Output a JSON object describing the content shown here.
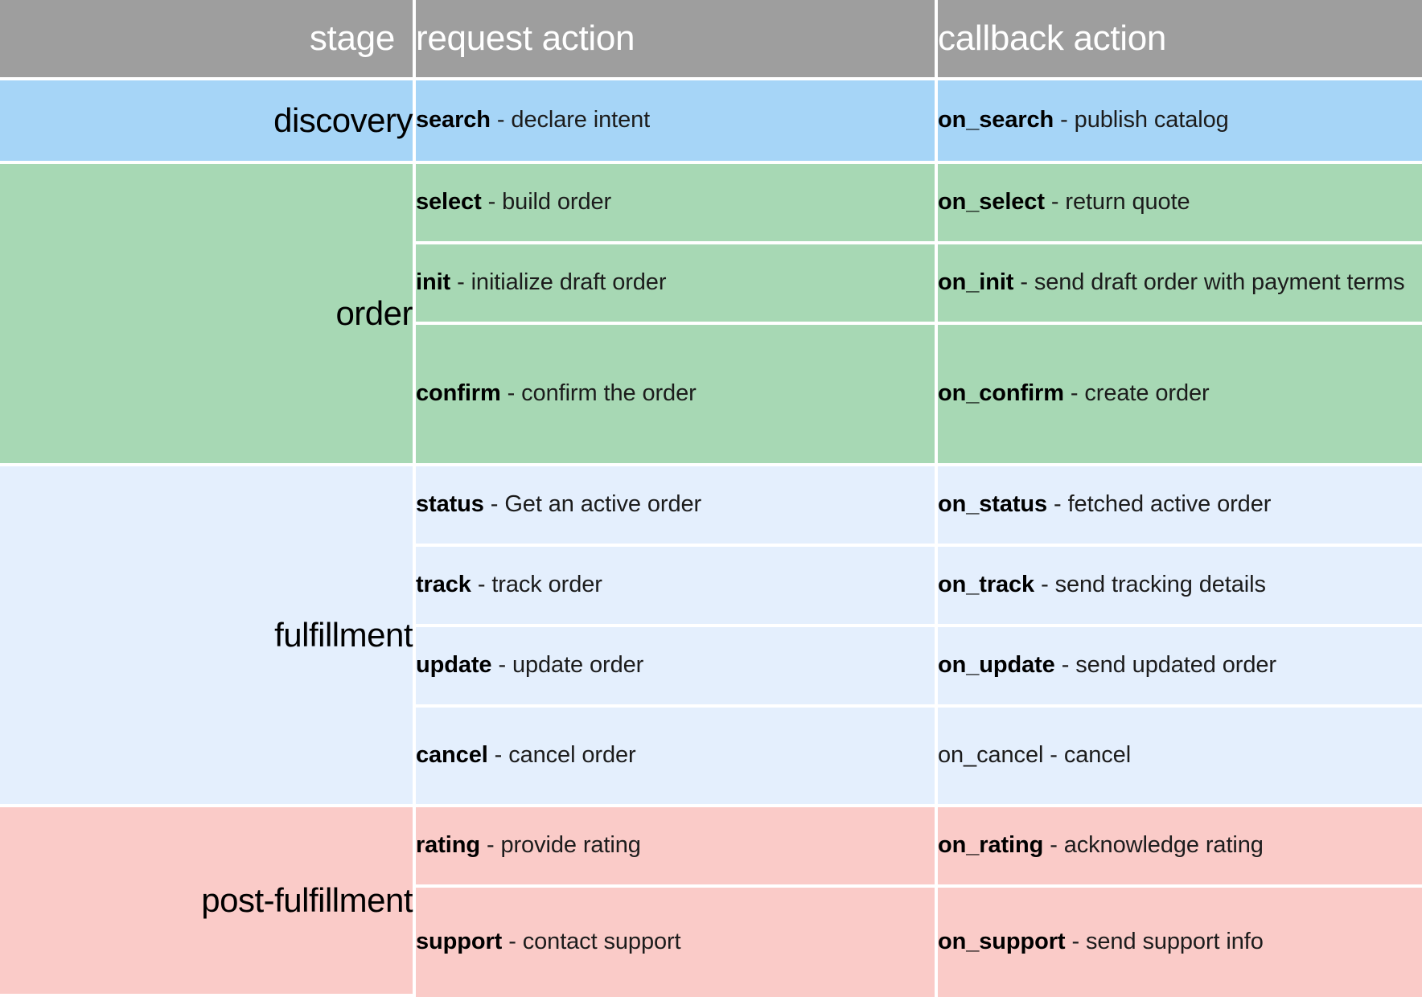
{
  "table": {
    "headers": {
      "stage": "stage",
      "request_action": "request action",
      "callback_action": "callback action"
    },
    "colors": {
      "header_bg": "#9e9e9e",
      "header_text": "#ffffff",
      "discovery_bg": "#a6d5f7",
      "order_bg": "#a7d8b4",
      "fulfillment_bg": "#e4effd",
      "post_fulfillment_bg": "#facbc8",
      "gridline": "#ffffff",
      "text": "#1c1c1c"
    },
    "separator": "-",
    "stages": [
      {
        "key": "discovery",
        "label": "discovery",
        "rows": [
          {
            "request_name": "search",
            "request_desc": "declare intent",
            "callback_name": "on_search",
            "callback_desc": "publish catalog",
            "callback_bold": true
          }
        ]
      },
      {
        "key": "order",
        "label": "order",
        "rows": [
          {
            "request_name": "select",
            "request_desc": "build order",
            "callback_name": "on_select",
            "callback_desc": "return quote",
            "callback_bold": true
          },
          {
            "request_name": "init",
            "request_desc": "initialize draft order",
            "callback_name": "on_init",
            "callback_desc": "send draft order with payment terms",
            "callback_bold": true
          },
          {
            "request_name": "confirm",
            "request_desc": "confirm the order",
            "callback_name": "on_confirm",
            "callback_desc": "create order",
            "callback_bold": true
          }
        ]
      },
      {
        "key": "fulfillment",
        "label": "fulfillment",
        "rows": [
          {
            "request_name": "status",
            "request_desc": "Get an active order",
            "callback_name": "on_status",
            "callback_desc": "fetched active order",
            "callback_bold": true
          },
          {
            "request_name": "track",
            "request_desc": "track order",
            "callback_name": "on_track",
            "callback_desc": "send tracking details",
            "callback_bold": true
          },
          {
            "request_name": "update",
            "request_desc": "update order",
            "callback_name": "on_update",
            "callback_desc": "send updated order",
            "callback_bold": true
          },
          {
            "request_name": "cancel",
            "request_desc": "cancel order",
            "callback_name": "on_cancel",
            "callback_desc": "cancel",
            "callback_bold": false
          }
        ]
      },
      {
        "key": "post-fulfillment",
        "label": "post-fulfillment",
        "rows": [
          {
            "request_name": "rating",
            "request_desc": "provide rating",
            "callback_name": "on_rating",
            "callback_desc": "acknowledge rating",
            "callback_bold": true
          },
          {
            "request_name": "support",
            "request_desc": "contact support",
            "callback_name": "on_support",
            "callback_desc": "send support info",
            "callback_bold": true
          }
        ]
      }
    ]
  }
}
